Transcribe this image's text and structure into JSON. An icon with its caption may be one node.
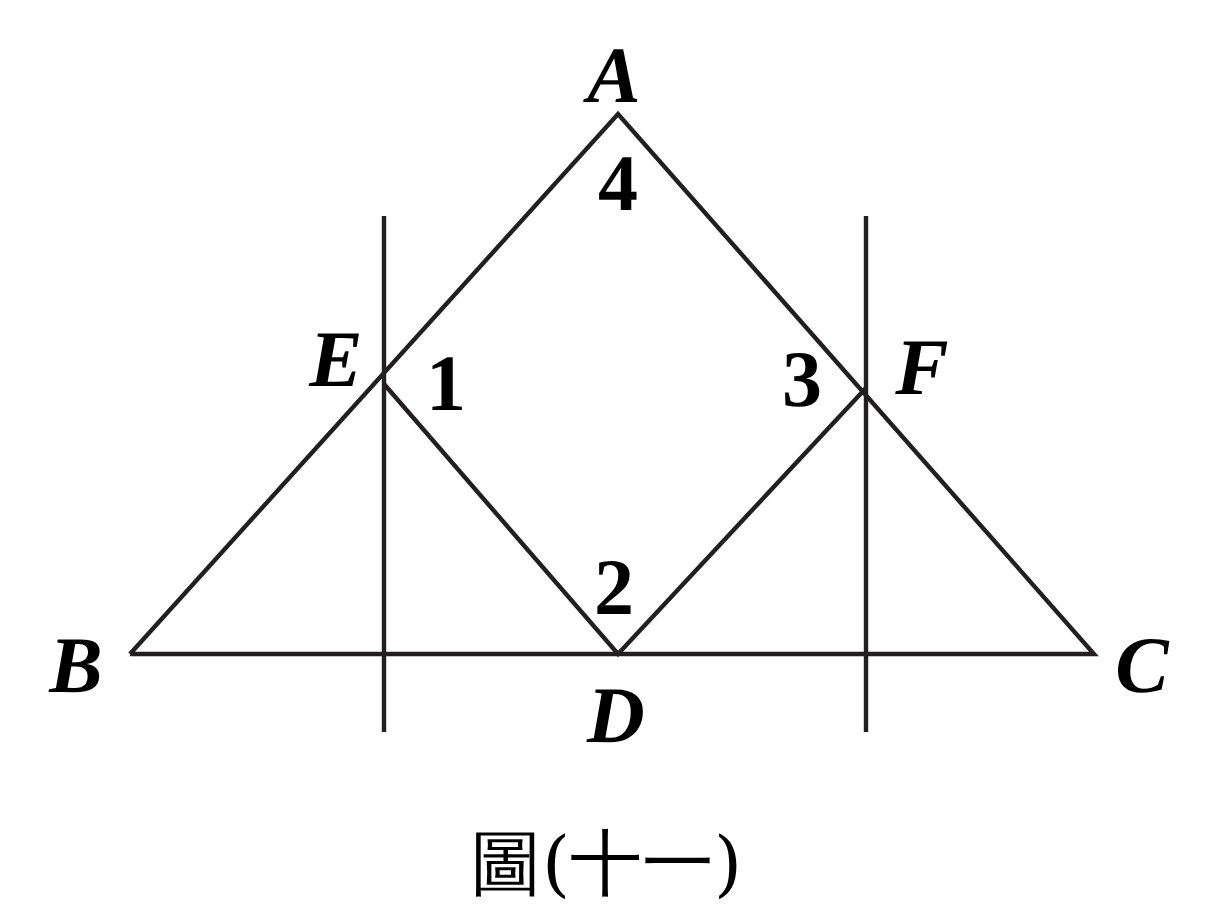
{
  "diagram": {
    "caption": "圖(十一)",
    "labels": [
      "A",
      "4",
      "E",
      "1",
      "3",
      "F",
      "2",
      "B",
      "D",
      "C"
    ]
  }
}
